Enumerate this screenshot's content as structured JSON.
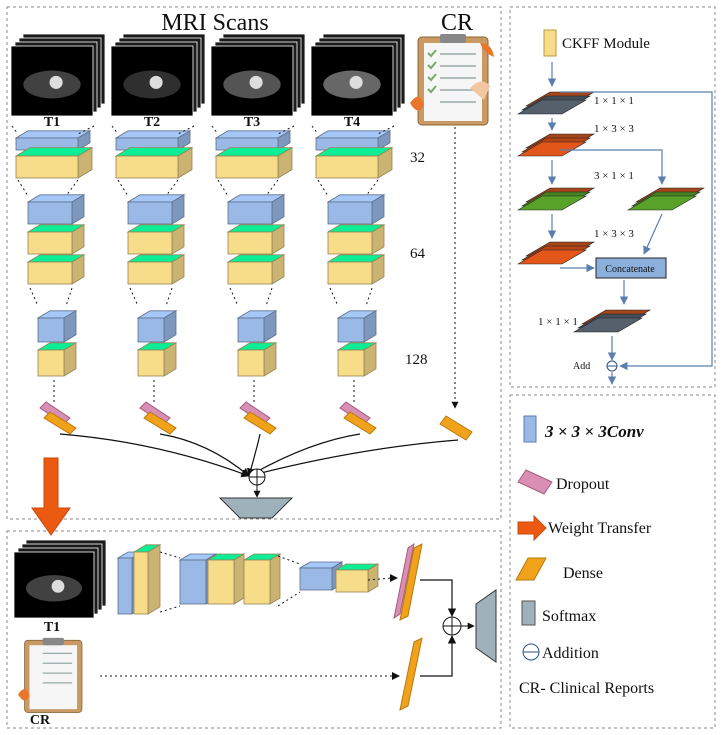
{
  "top_panel": {
    "mri_title": "MRI Scans",
    "cr_title": "CR",
    "modalities": [
      "T1",
      "T2",
      "T3",
      "T4"
    ],
    "layer_sizes": [
      "32",
      "64",
      "128"
    ]
  },
  "ckff_panel": {
    "legend_label": "CKFF Module",
    "labels": [
      "1 × 1 × 1",
      "1 × 3 × 3",
      "3 × 1 × 1",
      "1 × 3 × 3",
      "1 × 1 × 1"
    ],
    "concatenate": "Concatenate",
    "add": "Add"
  },
  "bottom_panel": {
    "t1_label": "T1",
    "cr_label": "CR"
  },
  "legend": {
    "conv": "3 × 3 × 3Conv",
    "dropout": "Dropout",
    "weight_transfer": "Weight Transfer",
    "dense": "Dense",
    "softmax": "Softmax",
    "addition": "Addition",
    "cr_meaning": "CR- Clinical Reports"
  },
  "colors": {
    "conv_blue": "#9ab9e6",
    "pool_yellow": "#f7dc8a",
    "dropout_pink": "#d98fb3",
    "dense_orange": "#f0a21a",
    "softmax_gray": "#9fb2bc",
    "transfer_orange": "#ec5a12",
    "ckff_dark": "#56606c",
    "ckff_orange": "#e2561a",
    "ckff_green": "#58a22a",
    "concat_blue": "#8cb0dc"
  }
}
